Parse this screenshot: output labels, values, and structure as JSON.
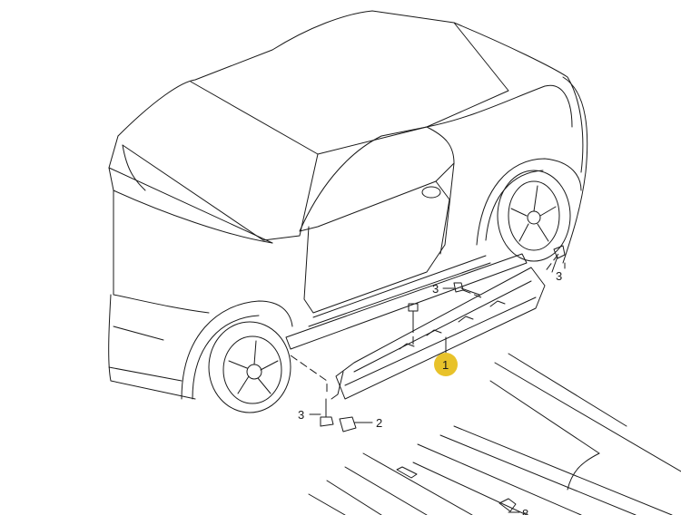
{
  "diagram": {
    "callouts": [
      {
        "id": "bolt-rear",
        "label": "3"
      },
      {
        "id": "bolt-mid",
        "label": "3"
      },
      {
        "id": "sill-panel",
        "label": "1",
        "highlighted": true
      },
      {
        "id": "bolt-front",
        "label": "3"
      },
      {
        "id": "clip",
        "label": "2"
      },
      {
        "id": "floor-part",
        "label": "8"
      }
    ],
    "highlight_color": "#e8c22a"
  }
}
